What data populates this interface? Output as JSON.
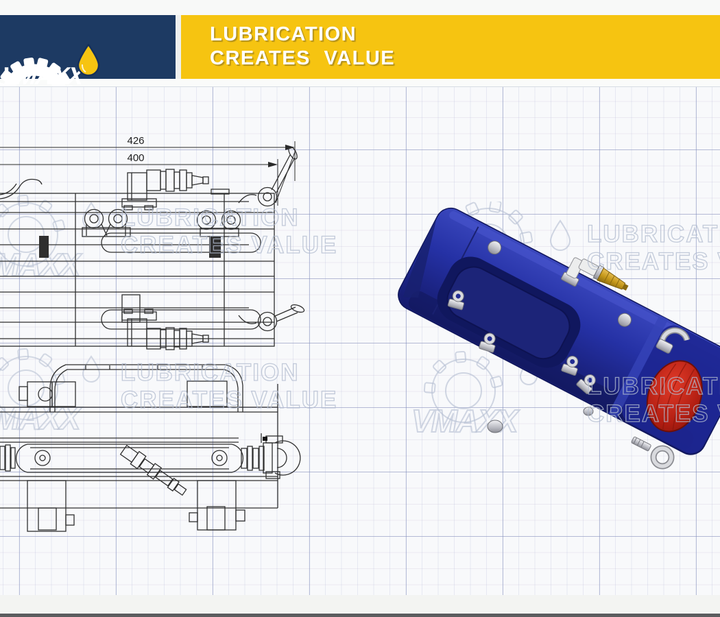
{
  "header": {
    "brand": "VMAXX",
    "tagline_line1": "LUBRICATION",
    "tagline_line2": "CREATES VALUE"
  },
  "watermark": {
    "line1": "LUBRICATION",
    "line2": "CREATES VALUE",
    "brand": "VMAXX"
  },
  "drawings": {
    "dim_overall": "426",
    "dim_inner": "400"
  },
  "icon_map": {
    "gear-icon": "half-gear sprocket shape",
    "oil-drop-icon": "oil droplet shape"
  },
  "colors": {
    "navy": "#1d3a63",
    "yellow": "#f6c411",
    "body_blue": "#2531a5",
    "cap_red": "#c1271b",
    "brass": "#c79a1b",
    "grid_bg": "#f8f9fb",
    "bottom_bar": "#5c5d5f",
    "line": "#2e2e2e"
  }
}
